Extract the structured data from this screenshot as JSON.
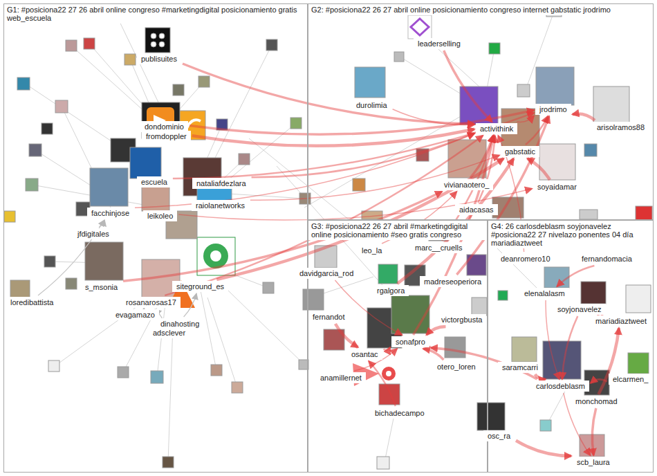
{
  "diagram": {
    "nodes": [
      {
        "text": [
          "G1: #posiciona22 27 26 abril online congreso #marketingdigital posicionamiento gratis web_escuela"
        ]
      },
      {
        "text": [
          "publisuites"
        ],
        "in": 0
      },
      {
        "text": [
          "dondominio"
        ],
        "in": 0
      },
      {
        "text": [
          "fromdoppler"
        ],
        "in": 0
      },
      {
        "text": [
          "escuela"
        ],
        "in": 0
      },
      {
        "text": [
          "nataliafdezlara"
        ],
        "in": 0
      },
      {
        "text": [
          "facchinjose"
        ],
        "in": 0
      },
      {
        "text": [
          "leikoleo"
        ],
        "in": 0
      },
      {
        "text": [
          "raiolanetworks"
        ],
        "in": 0
      },
      {
        "text": [
          "jfdigitales"
        ],
        "in": 0
      },
      {
        "text": [
          "s_msonia"
        ],
        "in": 0
      },
      {
        "text": [
          "siteground_es"
        ],
        "in": 0
      },
      {
        "text": [
          "rosanarosas17"
        ],
        "in": 0
      },
      {
        "text": [
          "loredibattista"
        ],
        "in": 0
      },
      {
        "text": [
          "evagamazo"
        ],
        "in": 0
      },
      {
        "text": [
          "dinahosting"
        ],
        "in": 0
      },
      {
        "text": [
          "adsclever"
        ],
        "in": 0
      },
      {
        "text": [
          "G2: #posiciona22 26 27 abril online posicionamiento congreso internet gabstatic jrodrimo"
        ]
      },
      {
        "text": [
          "leaderselling"
        ],
        "in": 17
      },
      {
        "text": [
          "durolimia"
        ],
        "in": 17
      },
      {
        "text": [
          "activithink"
        ],
        "in": 17
      },
      {
        "text": [
          "jrodrimo"
        ],
        "in": 17
      },
      {
        "text": [
          "arisolramos88"
        ],
        "in": 17
      },
      {
        "text": [
          "gabstatic"
        ],
        "in": 17
      },
      {
        "text": [
          "vivianaotero_"
        ],
        "in": 17
      },
      {
        "text": [
          "soyaidamar"
        ],
        "in": 17
      },
      {
        "text": [
          "aidacasas"
        ],
        "in": 17
      },
      {
        "text": [
          "G3: #posiciona22 26 27 abril #marketingdigital online posicionamiento #seo gratis congreso"
        ]
      },
      {
        "text": [
          "leo_la"
        ],
        "in": 27
      },
      {
        "text": [
          "marc__cruells"
        ],
        "in": 27
      },
      {
        "text": [
          "davidgarcia_rod"
        ],
        "in": 27
      },
      {
        "text": [
          "rgalgora"
        ],
        "in": 27
      },
      {
        "text": [
          "madreseoperiora"
        ],
        "in": 27
      },
      {
        "text": [
          "fernandot"
        ],
        "in": 27
      },
      {
        "text": [
          "victorgbusta"
        ],
        "in": 27
      },
      {
        "text": [
          "osantac"
        ],
        "in": 27
      },
      {
        "text": [
          "sonafpro"
        ],
        "in": 27
      },
      {
        "text": [
          "anamillernet"
        ],
        "in": 27
      },
      {
        "text": [
          "otero_loren"
        ],
        "in": 27
      },
      {
        "text": [
          "bichadecampo"
        ],
        "in": 27
      },
      {
        "text": [
          "G4: 26 carlosdeblasm soyjonavelez #posiciona22 27 nivelazo ponentes 04 día mariadiaztweet"
        ]
      },
      {
        "text": [
          "deanromero10"
        ],
        "in": 40
      },
      {
        "text": [
          "fernandomacia"
        ],
        "in": 40
      },
      {
        "text": [
          "elenalalasm"
        ],
        "in": 40
      },
      {
        "text": [
          "soyjonavelez"
        ],
        "in": 40
      },
      {
        "text": [
          "mariadiaztweet"
        ],
        "in": 40
      },
      {
        "text": [
          "saramcarri"
        ],
        "in": 40
      },
      {
        "text": [
          "carlosdeblasm"
        ],
        "in": 40
      },
      {
        "text": [
          "elcarmen_"
        ],
        "in": 40
      },
      {
        "text": [
          "monchomad"
        ],
        "in": 40
      },
      {
        "text": [
          "osc_ra"
        ],
        "in": 40
      },
      {
        "text": [
          "scb_laura"
        ],
        "in": 40
      }
    ],
    "edges": [
      {
        "from": 6,
        "to": 20,
        "arrow": "to"
      },
      {
        "from": 5,
        "to": 20,
        "arrow": "to"
      },
      {
        "from": 2,
        "to": 21,
        "arrow": "to"
      },
      {
        "from": 3,
        "to": 20,
        "arrow": "to"
      },
      {
        "from": 8,
        "to": 23,
        "arrow": "to"
      },
      {
        "from": 12,
        "to": 20,
        "arrow": "to"
      },
      {
        "from": 10,
        "to": 24,
        "arrow": "to"
      },
      {
        "from": 11,
        "to": 23,
        "arrow": "to"
      },
      {
        "from": 7,
        "to": 25,
        "arrow": "to"
      },
      {
        "from": 4,
        "to": 21,
        "arrow": "to"
      },
      {
        "from": 1,
        "to": 20,
        "arrow": "to"
      },
      {
        "from": 13,
        "to": 6,
        "arrow": "to"
      },
      {
        "from": 9,
        "to": 6,
        "arrow": "to"
      },
      {
        "from": 14,
        "to": 12,
        "arrow": "to"
      },
      {
        "from": 15,
        "to": 11,
        "arrow": "to"
      },
      {
        "from": 16,
        "to": 12,
        "arrow": "to"
      },
      {
        "from": 20,
        "to": 21,
        "arrow": "to"
      },
      {
        "from": 23,
        "to": 21,
        "arrow": "to"
      },
      {
        "from": 24,
        "to": 20,
        "arrow": "to"
      },
      {
        "from": 25,
        "to": 23,
        "arrow": "to"
      },
      {
        "from": 19,
        "to": 20,
        "arrow": "to"
      },
      {
        "from": 26,
        "to": 20,
        "arrow": "to"
      },
      {
        "from": 18,
        "to": 20,
        "arrow": "to"
      },
      {
        "from": 22,
        "to": 21,
        "arrow": "to"
      },
      {
        "from": 30,
        "to": 36,
        "arrow": "to"
      },
      {
        "from": 35,
        "to": 36,
        "arrow": "to"
      },
      {
        "from": 36,
        "to": 20,
        "arrow": "to"
      },
      {
        "from": 31,
        "to": 23,
        "arrow": "to"
      },
      {
        "from": 37,
        "to": 36,
        "arrow": "to"
      },
      {
        "from": 39,
        "to": 35,
        "arrow": "to"
      },
      {
        "from": 38,
        "to": 36,
        "arrow": "to"
      },
      {
        "from": 33,
        "to": 35,
        "arrow": "to"
      },
      {
        "from": 28,
        "to": 24,
        "arrow": "to"
      },
      {
        "from": 29,
        "to": 20,
        "arrow": "to"
      },
      {
        "from": 32,
        "to": 21,
        "arrow": "to"
      },
      {
        "from": 34,
        "to": 36,
        "arrow": "to"
      },
      {
        "from": 43,
        "to": 47,
        "arrow": "to"
      },
      {
        "from": 44,
        "to": 47,
        "arrow": "to"
      },
      {
        "from": 45,
        "to": 44,
        "arrow": "to"
      },
      {
        "from": 46,
        "to": 47,
        "arrow": "to"
      },
      {
        "from": 47,
        "to": 51,
        "arrow": "to"
      },
      {
        "from": 48,
        "to": 47,
        "arrow": "to"
      },
      {
        "from": 49,
        "to": 51,
        "arrow": "to"
      },
      {
        "from": 50,
        "to": 51,
        "arrow": "to"
      },
      {
        "from": 41,
        "to": 20,
        "arrow": "to"
      },
      {
        "from": 42,
        "to": 43,
        "arrow": "to"
      },
      {
        "from": 47,
        "to": 36,
        "arrow": "to"
      },
      {
        "from": 49,
        "to": 45,
        "arrow": "to"
      }
    ]
  }
}
